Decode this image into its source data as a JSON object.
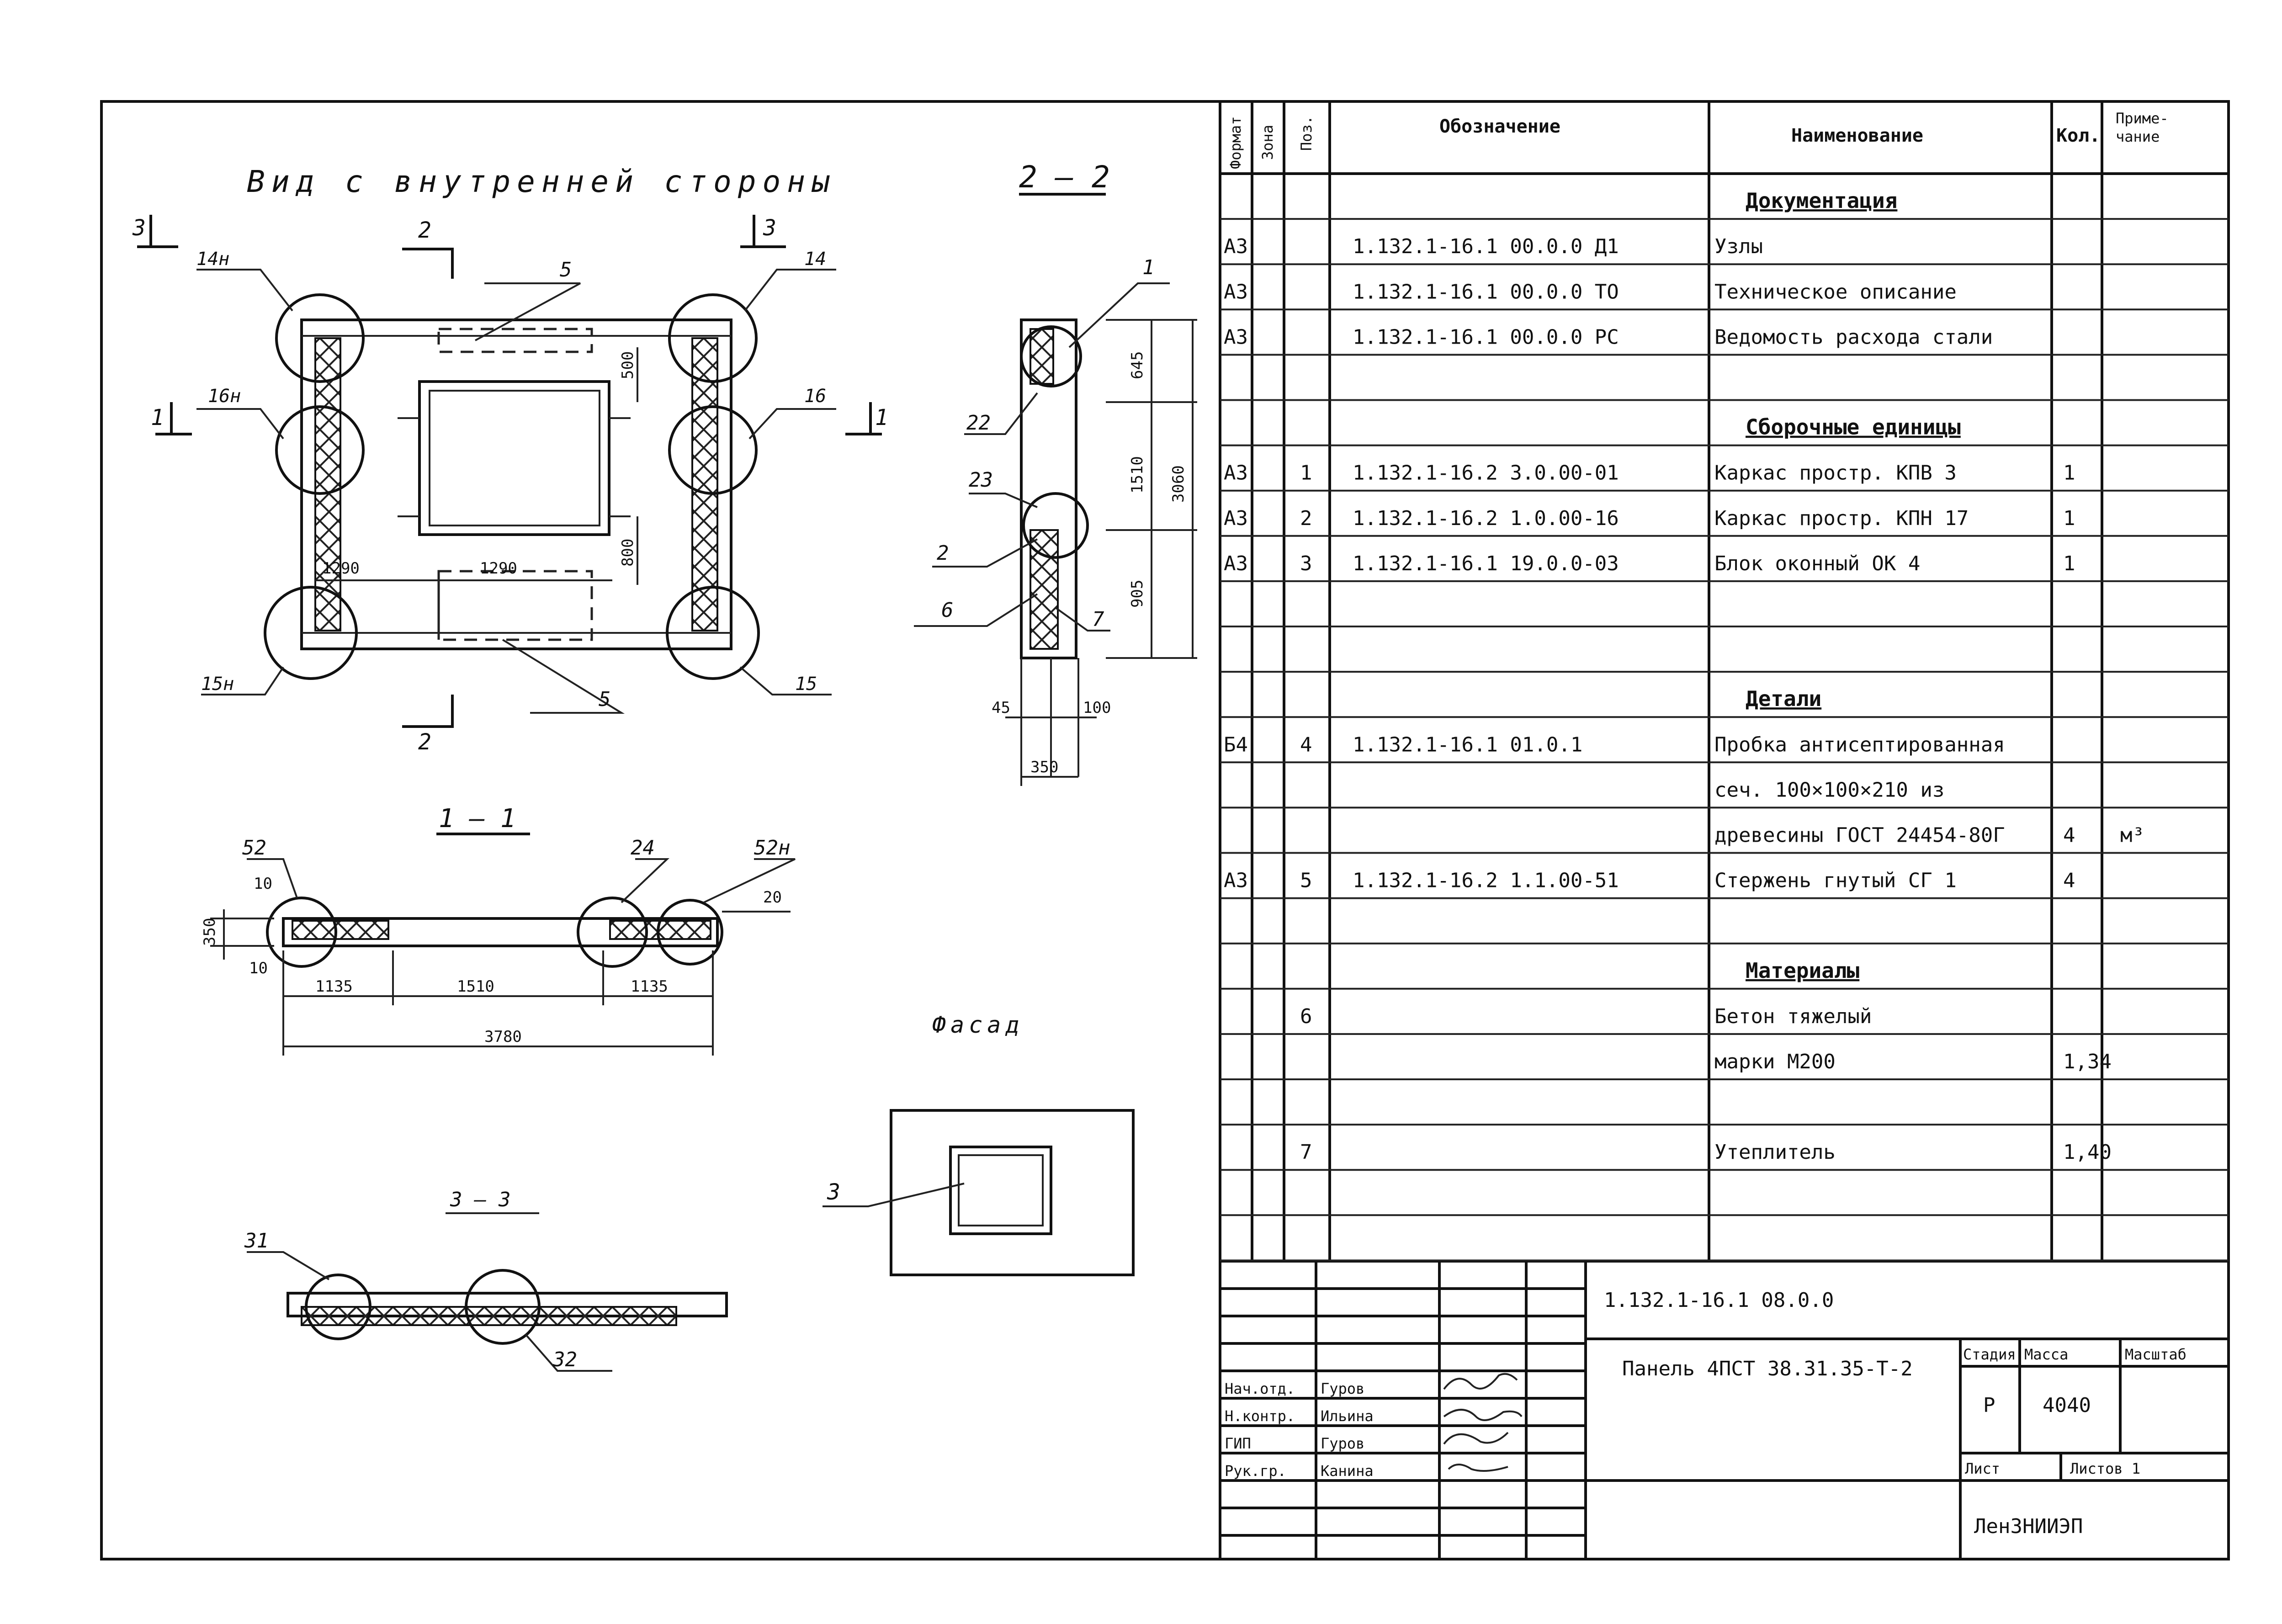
{
  "views": {
    "inner_title": "Вид с внутренней стороны",
    "section_2_2": "2 — 2",
    "section_1_1": "1 — 1",
    "section_3_3": "3 — 3",
    "facade": "Фасад",
    "marks": {
      "m3": "3",
      "m2": "2",
      "m1": "1",
      "n14h": "14н",
      "n14": "14",
      "n16h": "16н",
      "n16": "16",
      "n15h": "15н",
      "n15": "15",
      "n5": "5",
      "n1": "1",
      "n22": "22",
      "n23": "23",
      "n2": "2",
      "n6": "6",
      "n7": "7",
      "n52": "52",
      "n24": "24",
      "n52h": "52н",
      "n31": "31",
      "n32": "32",
      "n3": "3"
    },
    "dims": {
      "d500": "500",
      "d800": "800",
      "d1290a": "1290",
      "d1290b": "1290",
      "d645": "645",
      "d1510": "1510",
      "d3060": "3060",
      "d905": "905",
      "d45": "45",
      "d100": "100",
      "d350": "350",
      "d350b": "350",
      "d10a": "10",
      "d10b": "10",
      "d20": "20",
      "d1135a": "1135",
      "d1510b": "1510",
      "d1135b": "1135",
      "d3780": "3780"
    }
  },
  "spec": {
    "headers": {
      "format": "Формат",
      "zone": "Зона",
      "pos": "Поз.",
      "designation": "Обозначение",
      "name": "Наименование",
      "qty": "Кол.",
      "note": "Приме-чание"
    },
    "rows": [
      {
        "format": "",
        "pos": "",
        "designation": "",
        "name": "Документация",
        "qty": "",
        "note": "",
        "section": true
      },
      {
        "format": "А3",
        "pos": "",
        "designation": "1.132.1-16.1 00.0.0 Д1",
        "name": "Узлы",
        "qty": "",
        "note": ""
      },
      {
        "format": "А3",
        "pos": "",
        "designation": "1.132.1-16.1 00.0.0 ТО",
        "name": "Техническое описание",
        "qty": "",
        "note": ""
      },
      {
        "format": "А3",
        "pos": "",
        "designation": "1.132.1-16.1 00.0.0 РС",
        "name": "Ведомость расхода стали",
        "qty": "",
        "note": ""
      },
      {
        "format": "",
        "pos": "",
        "designation": "",
        "name": "",
        "qty": "",
        "note": ""
      },
      {
        "format": "",
        "pos": "",
        "designation": "",
        "name": "Сборочные единицы",
        "qty": "",
        "note": "",
        "section": true
      },
      {
        "format": "А3",
        "pos": "1",
        "designation": "1.132.1-16.2 3.0.00-01",
        "name": "Каркас простр. КПВ 3",
        "qty": "1",
        "note": ""
      },
      {
        "format": "А3",
        "pos": "2",
        "designation": "1.132.1-16.2 1.0.00-16",
        "name": "Каркас простр. КПН 17",
        "qty": "1",
        "note": ""
      },
      {
        "format": "А3",
        "pos": "3",
        "designation": "1.132.1-16.1 19.0.0-03",
        "name": "Блок оконный ОК 4",
        "qty": "1",
        "note": ""
      },
      {
        "format": "",
        "pos": "",
        "designation": "",
        "name": "",
        "qty": "",
        "note": ""
      },
      {
        "format": "",
        "pos": "",
        "designation": "",
        "name": "",
        "qty": "",
        "note": ""
      },
      {
        "format": "",
        "pos": "",
        "designation": "",
        "name": "Детали",
        "qty": "",
        "note": "",
        "section": true
      },
      {
        "format": "Б4",
        "pos": "4",
        "designation": "1.132.1-16.1 01.0.1",
        "name": "Пробка антисептированная",
        "qty": "",
        "note": ""
      },
      {
        "format": "",
        "pos": "",
        "designation": "",
        "name": "сеч. 100×100×210 из",
        "qty": "",
        "note": ""
      },
      {
        "format": "",
        "pos": "",
        "designation": "",
        "name": "древесины ГОСТ 24454-80Г",
        "qty": "4",
        "note": "м³"
      },
      {
        "format": "А3",
        "pos": "5",
        "designation": "1.132.1-16.2 1.1.00-51",
        "name": "Стержень гнутый СГ 1",
        "qty": "4",
        "note": ""
      },
      {
        "format": "",
        "pos": "",
        "designation": "",
        "name": "",
        "qty": "",
        "note": ""
      },
      {
        "format": "",
        "pos": "",
        "designation": "",
        "name": "Материалы",
        "qty": "",
        "note": "",
        "section": true
      },
      {
        "format": "",
        "pos": "6",
        "designation": "",
        "name": "Бетон тяжелый",
        "qty": "",
        "note": ""
      },
      {
        "format": "",
        "pos": "",
        "designation": "",
        "name": "марки М200",
        "qty": "1,34",
        "note": ""
      },
      {
        "format": "",
        "pos": "",
        "designation": "",
        "name": "",
        "qty": "",
        "note": ""
      },
      {
        "format": "",
        "pos": "7",
        "designation": "",
        "name": "Утеплитель",
        "qty": "1,40",
        "note": ""
      },
      {
        "format": "",
        "pos": "",
        "designation": "",
        "name": "",
        "qty": "",
        "note": ""
      },
      {
        "format": "",
        "pos": "",
        "designation": "",
        "name": "",
        "qty": "",
        "note": ""
      }
    ]
  },
  "title_block": {
    "code": "1.132.1-16.1 08.0.0",
    "product": "Панель 4ПСТ 38.31.35-Т-2",
    "stage_label": "Стадия",
    "mass_label": "Масса",
    "scale_label": "Масштаб",
    "stage": "Р",
    "mass": "4040",
    "sheet_label": "Лист",
    "sheets_label": "Листов 1",
    "org": "ЛенЗНИИЭП",
    "people": [
      {
        "role": "Нач.отд.",
        "name": "Гуров"
      },
      {
        "role": "Н.контр.",
        "name": "Ильина"
      },
      {
        "role": "ГИП",
        "name": "Гуров"
      },
      {
        "role": "Рук.гр.",
        "name": "Канина"
      }
    ]
  }
}
